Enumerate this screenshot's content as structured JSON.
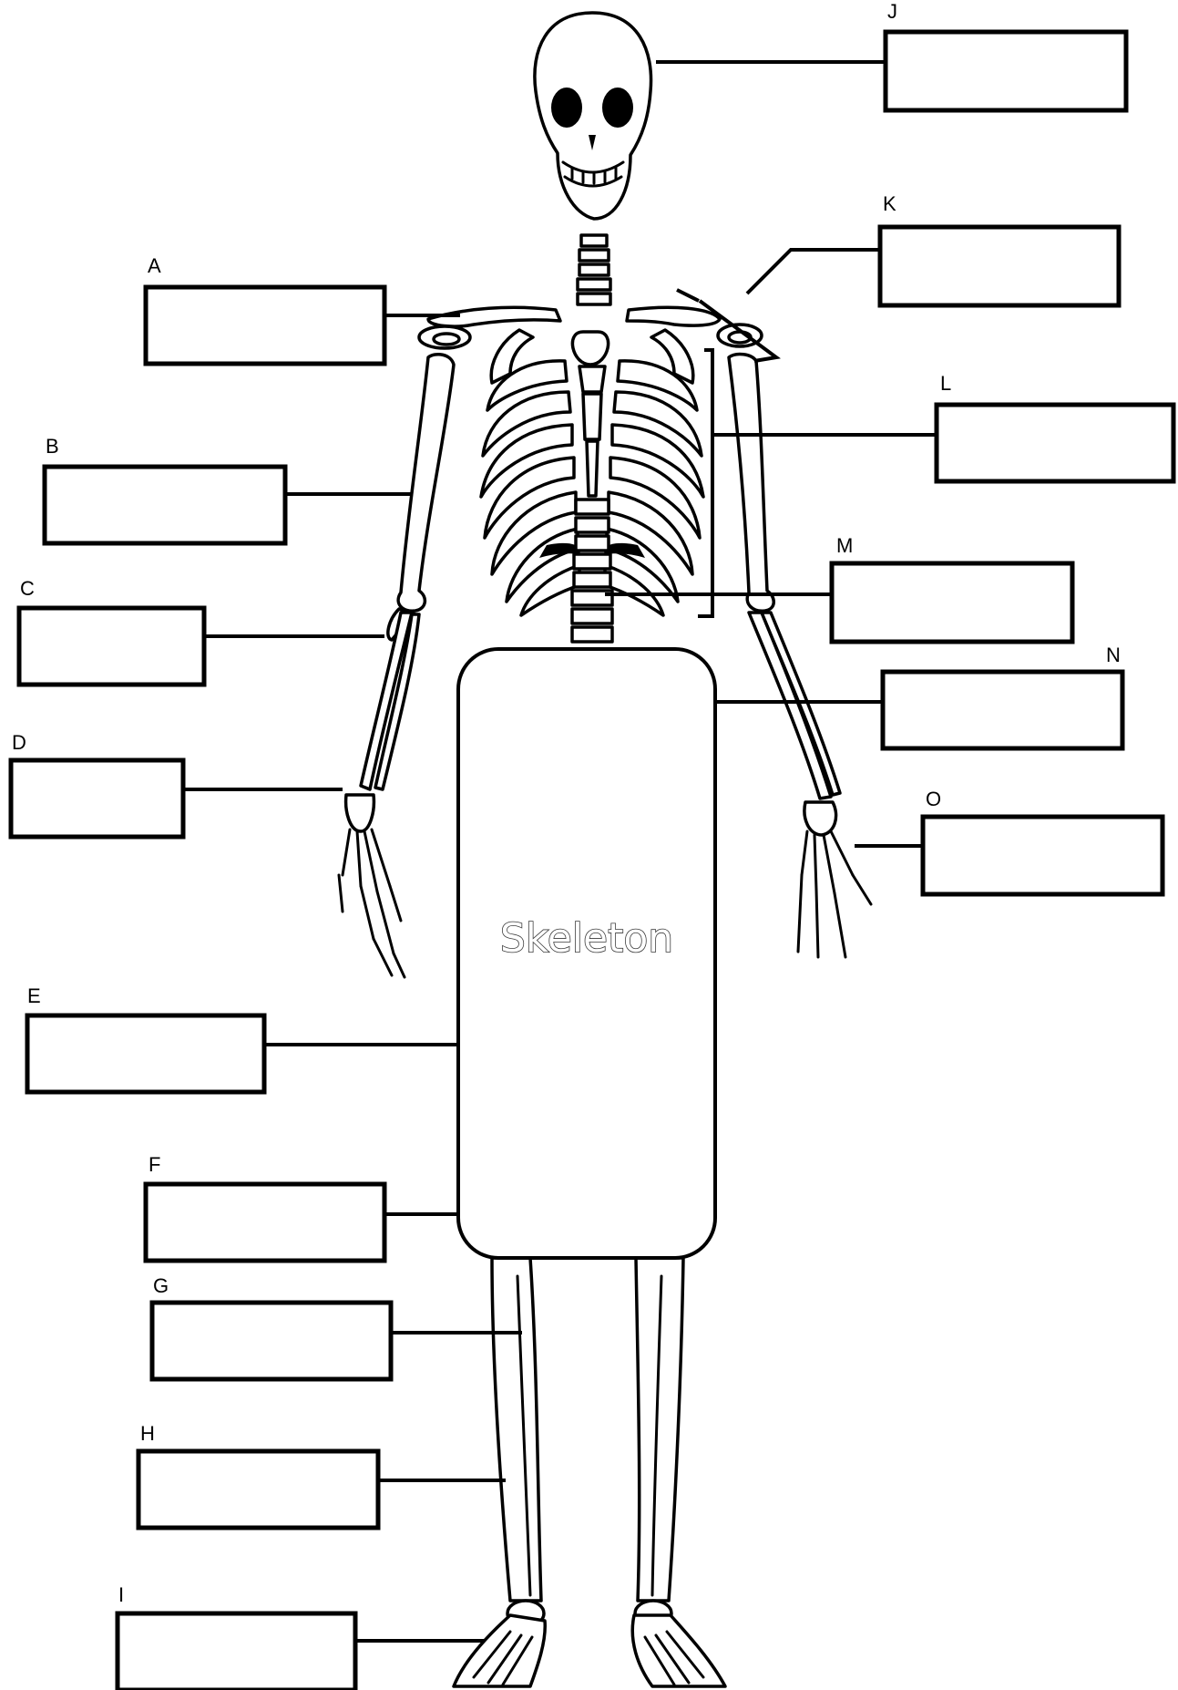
{
  "diagram": {
    "title": "Skeleton",
    "labels": [
      {
        "id": "A",
        "letter": "A",
        "answer": ""
      },
      {
        "id": "B",
        "letter": "B",
        "answer": ""
      },
      {
        "id": "C",
        "letter": "C",
        "answer": ""
      },
      {
        "id": "D",
        "letter": "D",
        "answer": ""
      },
      {
        "id": "E",
        "letter": "E",
        "answer": ""
      },
      {
        "id": "F",
        "letter": "F",
        "answer": ""
      },
      {
        "id": "G",
        "letter": "G",
        "answer": ""
      },
      {
        "id": "H",
        "letter": "H",
        "answer": ""
      },
      {
        "id": "I",
        "letter": "I",
        "answer": ""
      },
      {
        "id": "J",
        "letter": "J",
        "answer": ""
      },
      {
        "id": "K",
        "letter": "K",
        "answer": ""
      },
      {
        "id": "L",
        "letter": "L",
        "answer": ""
      },
      {
        "id": "M",
        "letter": "M",
        "answer": ""
      },
      {
        "id": "N",
        "letter": "N",
        "answer": ""
      },
      {
        "id": "O",
        "letter": "O",
        "answer": ""
      }
    ]
  }
}
